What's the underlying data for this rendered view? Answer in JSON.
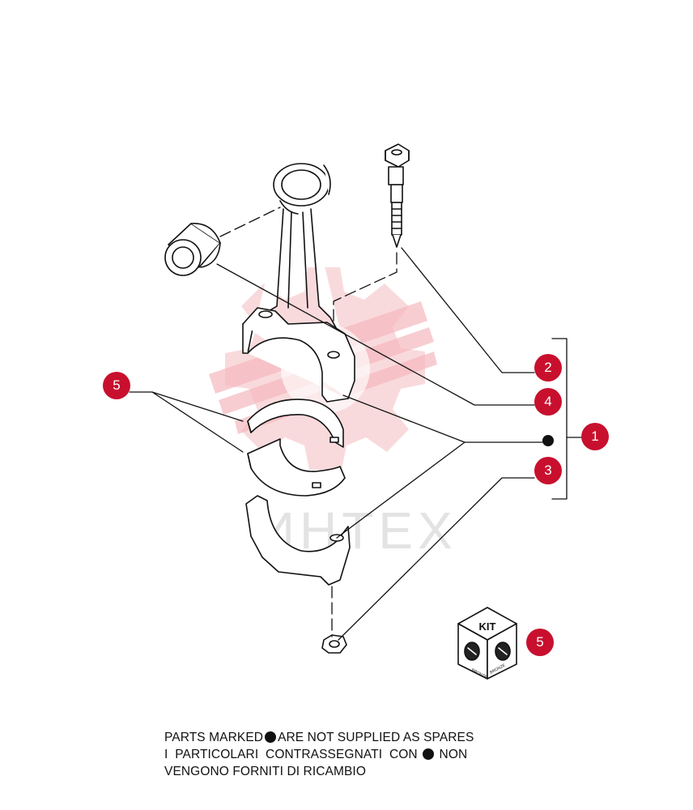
{
  "watermark": {
    "text": "ИНТЕХ",
    "color": "#f7c8cc"
  },
  "callouts": [
    {
      "number": "2"
    },
    {
      "number": "4"
    },
    {
      "number": "1"
    },
    {
      "number": "3"
    },
    {
      "number": "5"
    },
    {
      "number": "5"
    }
  ],
  "kit": {
    "label": "KIT",
    "side_text": "BRONZE"
  },
  "note": {
    "line1_before": "PARTS MARKED",
    "line1_after": "ARE NOT SUPPLIED AS SPARES",
    "line2_before": "I  PARTICOLARI  CONTRASSEGNATI  CON",
    "line2_after": "NON",
    "line3": "VENGONO FORNITI DI RICAMBIO"
  },
  "colors": {
    "callout": "#c8102e",
    "line": "#111111"
  }
}
